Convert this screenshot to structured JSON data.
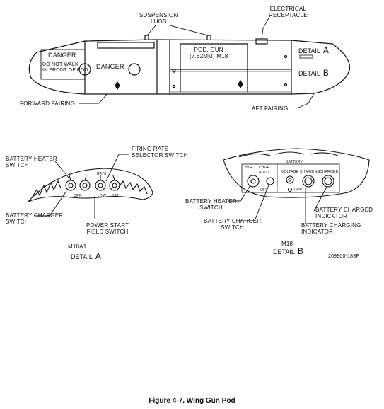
{
  "top_pod": {
    "suspension_lugs": "SUSPENSION\nLUGS",
    "electrical_receptacle": "ELECTRICAL\nRECEPTACLE",
    "forward_fairing": "FORWARD FAIRING",
    "aft_fairing": "AFT FAIRING",
    "danger_box_title": "DANGER",
    "danger_box_text": "DO NOT WALK\nIN FRONT OF POD",
    "danger_label": "DANGER",
    "pod_name": "POD, GUN\n(7.62MM) M18",
    "detail_a_word": "DETAIL",
    "detail_a_letter": "A",
    "detail_b_word": "DETAIL",
    "detail_b_letter": "B"
  },
  "detail_a_panel": {
    "battery_heater_switch": "BATTERY HEATER\nSWITCH",
    "firing_rate_selector_switch": "FIRING RATE\nSELECTOR SWITCH",
    "battery_charger_switch": "BATTERY CHARGER\nSWITCH",
    "power_start_field_switch": "POWER START\nFIELD SWITCH",
    "model": "M18A1",
    "detail_word": "DETAIL",
    "detail_letter": "A",
    "panel_marks": {
      "off": "OFF",
      "low": "LOW",
      "rate": "RATE",
      "bat": "BAT"
    }
  },
  "detail_b_panel": {
    "battery_heater_switch": "BATTERY HEATER\nSWITCH",
    "battery_charger_switch": "BATTERY CHARGER\nSWITCH",
    "battery_charged_indicator": "BATTERY CHARGED\nINDICATOR",
    "battery_charging_indicator": "BATTERY CHARGING\nINDICATOR",
    "model": "M18",
    "detail_word": "DETAIL",
    "detail_letter": "B",
    "panel_marks": {
      "battery": "BATTERY",
      "voltage": "VOLTAGE",
      "charging": "CHARGING",
      "charged": "CHARGED",
      "htr": "HTR",
      "chgr": "CHGR",
      "auto": "AUTO",
      "off": "OFF",
      "gnd": "GND"
    }
  },
  "figure_number": "209900-183F",
  "caption": "Figure 4-7.   Wing Gun Pod"
}
